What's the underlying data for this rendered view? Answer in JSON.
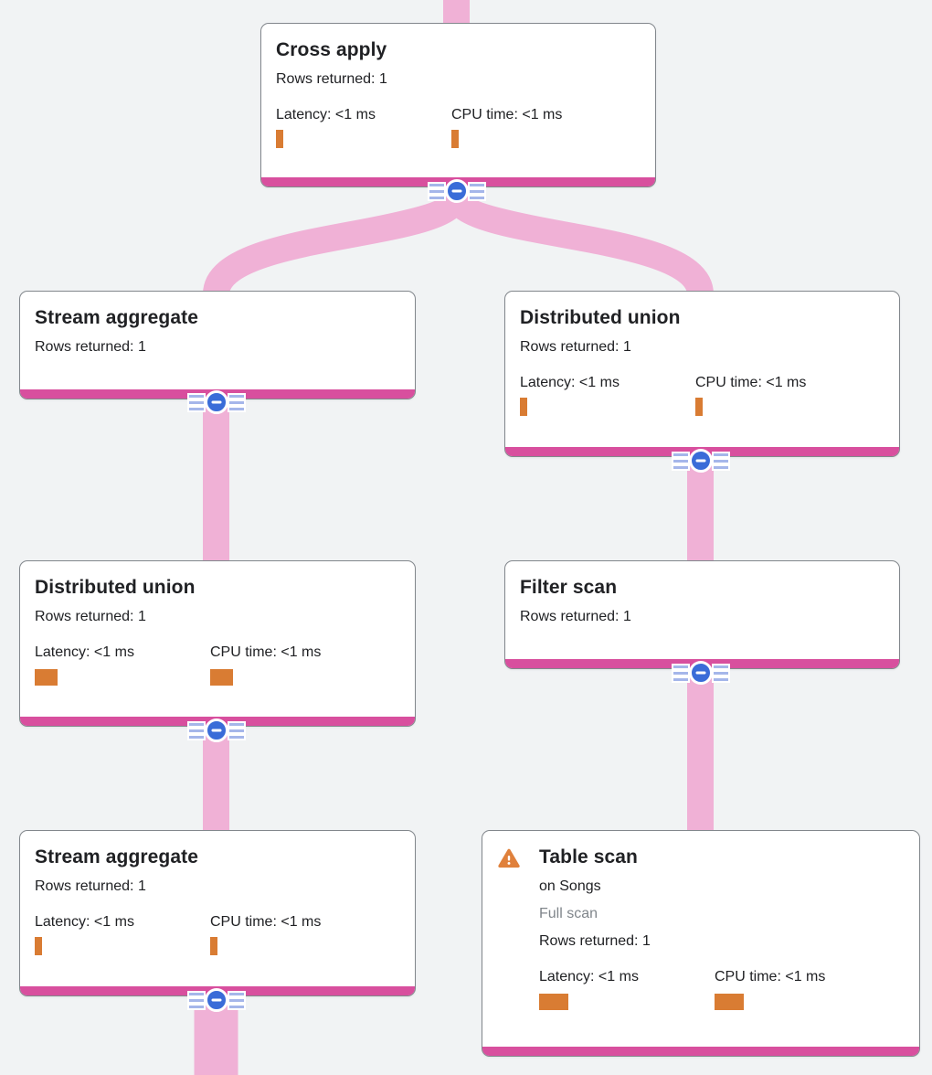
{
  "diagram": {
    "type": "query-execution-plan-tree",
    "nodes": [
      {
        "id": "cross-apply",
        "title": "Cross apply",
        "rows": "Rows returned: 1",
        "latency": "Latency: <1 ms",
        "cpu": "CPU time: <1 ms"
      },
      {
        "id": "stream-aggregate-top",
        "title": "Stream aggregate",
        "rows": "Rows returned: 1"
      },
      {
        "id": "distributed-union-right",
        "title": "Distributed union",
        "rows": "Rows returned: 1",
        "latency": "Latency: <1 ms",
        "cpu": "CPU time: <1 ms"
      },
      {
        "id": "distributed-union-left",
        "title": "Distributed union",
        "rows": "Rows returned: 1",
        "latency": "Latency: <1 ms",
        "cpu": "CPU time: <1 ms"
      },
      {
        "id": "filter-scan",
        "title": "Filter scan",
        "rows": "Rows returned: 1"
      },
      {
        "id": "stream-aggregate-bottom",
        "title": "Stream aggregate",
        "rows": "Rows returned: 1",
        "latency": "Latency: <1 ms",
        "cpu": "CPU time: <1 ms"
      },
      {
        "id": "table-scan",
        "title": "Table scan",
        "on": "on Songs",
        "scan_mode": "Full scan",
        "rows": "Rows returned: 1",
        "latency": "Latency: <1 ms",
        "cpu": "CPU time: <1 ms",
        "warning": "full-scan-warning"
      }
    ],
    "edges": [
      {
        "from": "parent-offscreen-top",
        "to": "cross-apply"
      },
      {
        "from": "cross-apply",
        "to": "stream-aggregate-top"
      },
      {
        "from": "cross-apply",
        "to": "distributed-union-right"
      },
      {
        "from": "stream-aggregate-top",
        "to": "distributed-union-left"
      },
      {
        "from": "distributed-union-left",
        "to": "stream-aggregate-bottom"
      },
      {
        "from": "stream-aggregate-bottom",
        "to": "child-offscreen-bottom"
      },
      {
        "from": "distributed-union-right",
        "to": "filter-scan"
      },
      {
        "from": "filter-scan",
        "to": "table-scan"
      }
    ],
    "collapse_button": {
      "symbol": "minus",
      "meaning": "collapse-subtree"
    },
    "colors": {
      "background": "#f1f3f4",
      "card_background": "#ffffff",
      "card_border": "#82878c",
      "accent_pink": "#d84f9e",
      "edge_pink": "#f0b1d6",
      "collapse_blue": "#3a6cd8",
      "collapse_stripe": "#a5b6ea",
      "bar_orange": "#d97c33",
      "warning_orange": "#e0813c",
      "text_primary": "#202124",
      "text_muted": "#80868b"
    }
  }
}
